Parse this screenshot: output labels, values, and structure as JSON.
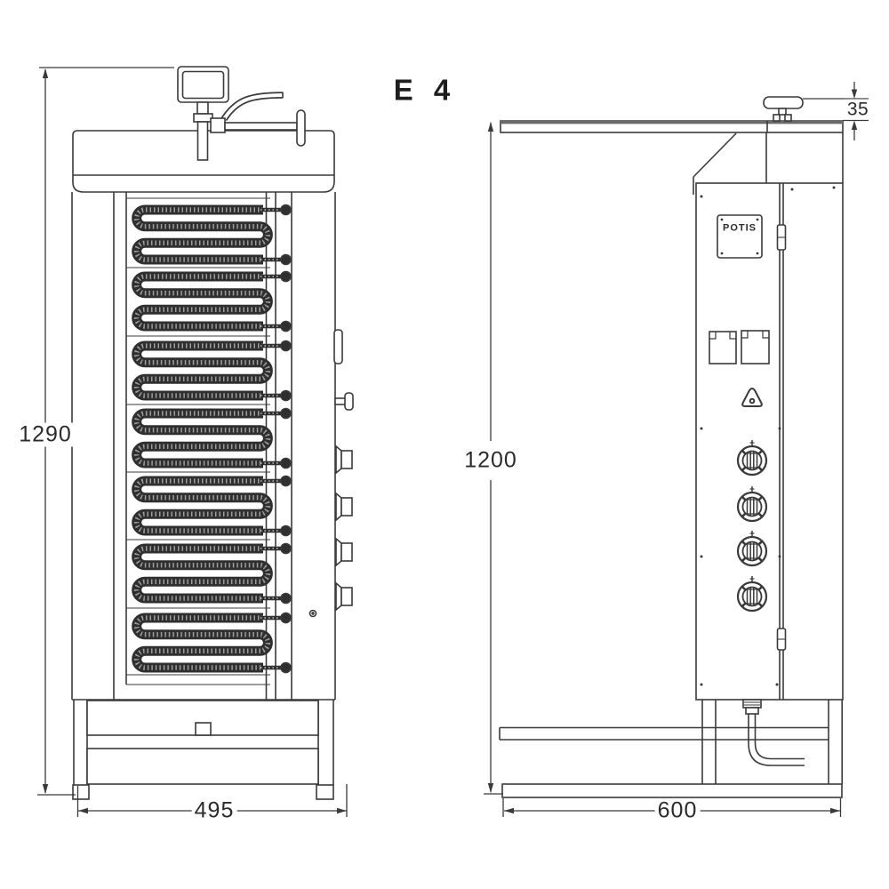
{
  "title": "E 4",
  "brand": "POTIS",
  "dimensions": {
    "front_height": "1290",
    "front_width": "495",
    "side_height": "1200",
    "side_depth": "600",
    "handle_offset": "35"
  },
  "colors": {
    "line": "#3a3a3a",
    "text": "#2b2b2b",
    "tube": "#2f2f2f",
    "tube_texture": "#9e9e9e",
    "plate_edge": "#6a6a6a",
    "background": "#ffffff"
  },
  "front_view": {
    "heating_elements_terminal_y": [
      236,
      311,
      389,
      465,
      541,
      617,
      695
    ],
    "knob_profile_y": [
      517,
      570,
      621,
      671
    ]
  },
  "side_view": {
    "knob_y": [
      518,
      570,
      620,
      671
    ]
  }
}
